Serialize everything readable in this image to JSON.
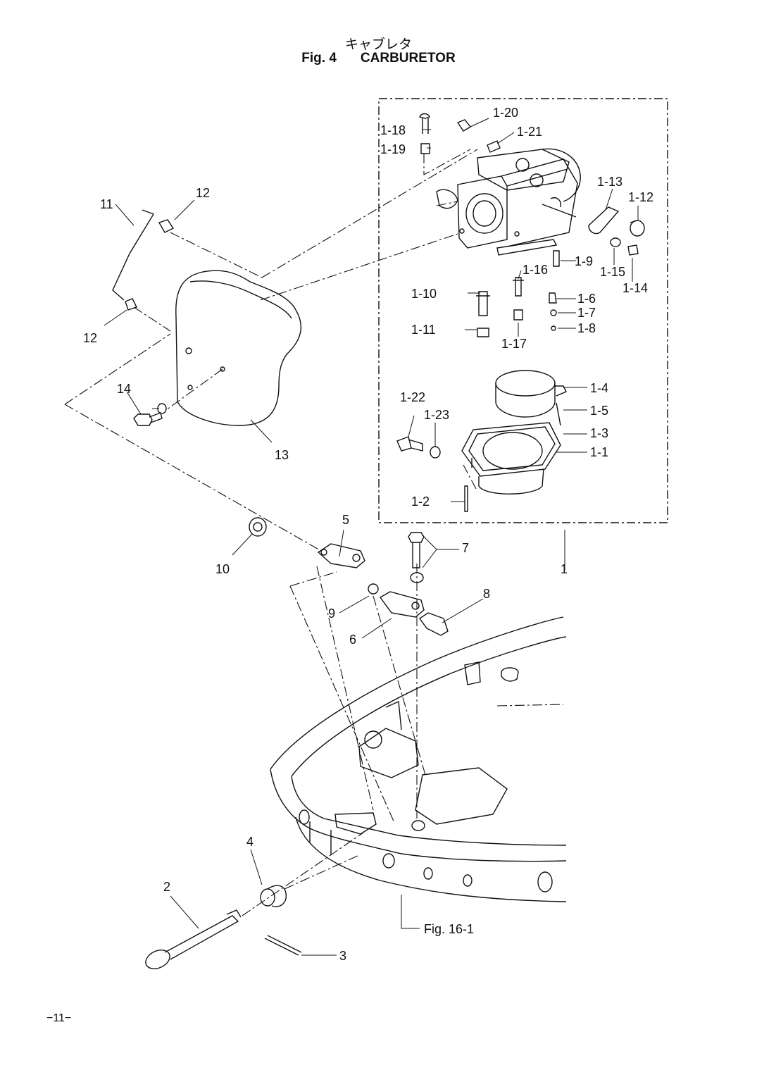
{
  "header": {
    "title_jp": "キャブレタ",
    "fig_no": "Fig. 4",
    "title_en": "CARBURETOR"
  },
  "callouts": {
    "c1": "1",
    "c1_1": "1-1",
    "c1_2": "1-2",
    "c1_3": "1-3",
    "c1_4": "1-4",
    "c1_5": "1-5",
    "c1_6": "1-6",
    "c1_7": "1-7",
    "c1_8": "1-8",
    "c1_9": "1-9",
    "c1_10": "1-10",
    "c1_11": "1-11",
    "c1_12": "1-12",
    "c1_13": "1-13",
    "c1_14": "1-14",
    "c1_15": "1-15",
    "c1_16": "1-16",
    "c1_17": "1-17",
    "c1_18": "1-18",
    "c1_19": "1-19",
    "c1_20": "1-20",
    "c1_21": "1-21",
    "c1_22": "1-22",
    "c1_23": "1-23",
    "c2": "2",
    "c3": "3",
    "c4": "4",
    "c5": "5",
    "c6": "6",
    "c7": "7",
    "c8": "8",
    "c9": "9",
    "c10": "10",
    "c11": "11",
    "c12a": "12",
    "c12b": "12",
    "c13": "13",
    "c14": "14"
  },
  "reference": {
    "fig_ref": "Fig. 16-1"
  },
  "footer": {
    "page_number": "−11−"
  }
}
